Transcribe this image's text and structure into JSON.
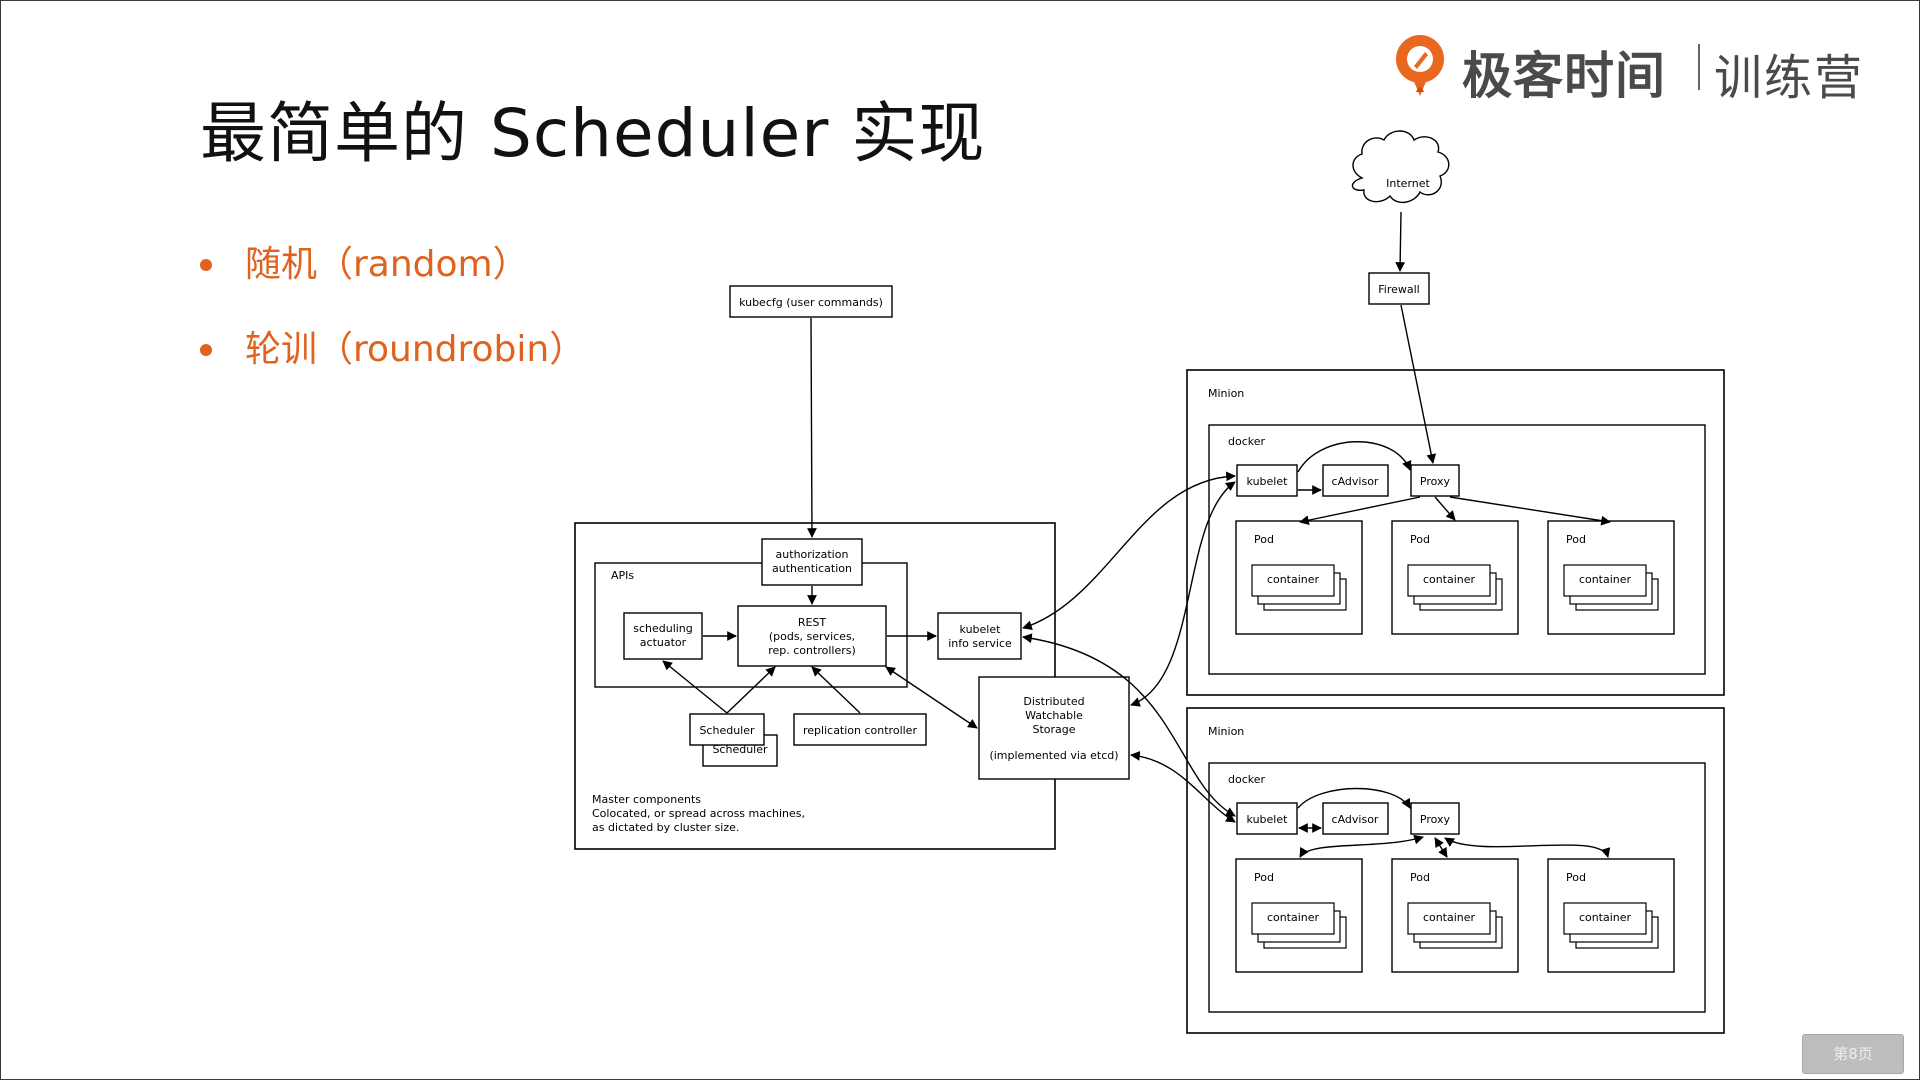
{
  "slide": {
    "title": "最简单的 Scheduler 实现",
    "bullets": [
      "随机（random）",
      "轮训（roundrobin）"
    ],
    "logo": {
      "brand": "极客时间",
      "product": "训练营"
    },
    "page_label": "第8页",
    "accent_color": "#e0621f"
  },
  "diagram": {
    "kubecfg": "kubecfg (user commands)",
    "internet": "Internet",
    "firewall": "Firewall",
    "auth": [
      "authorization",
      "authentication"
    ],
    "apis": "APIs",
    "scheduling_actuator": [
      "scheduling",
      "actuator"
    ],
    "rest": [
      "REST",
      "(pods, services,",
      "rep. controllers)"
    ],
    "kubelet_info": [
      "kubelet",
      "info service"
    ],
    "scheduler": "Scheduler",
    "replication_controller": "replication controller",
    "storage": [
      "Distributed",
      "Watchable",
      "Storage",
      "(implemented via etcd)"
    ],
    "master_note": [
      "Master components",
      "Colocated, or spread across machines,",
      "as dictated by cluster size."
    ],
    "minion": "Minion",
    "docker": "docker",
    "kubelet": "kubelet",
    "cadvisor": "cAdvisor",
    "proxy": "Proxy",
    "pod": "Pod",
    "container": "container"
  }
}
